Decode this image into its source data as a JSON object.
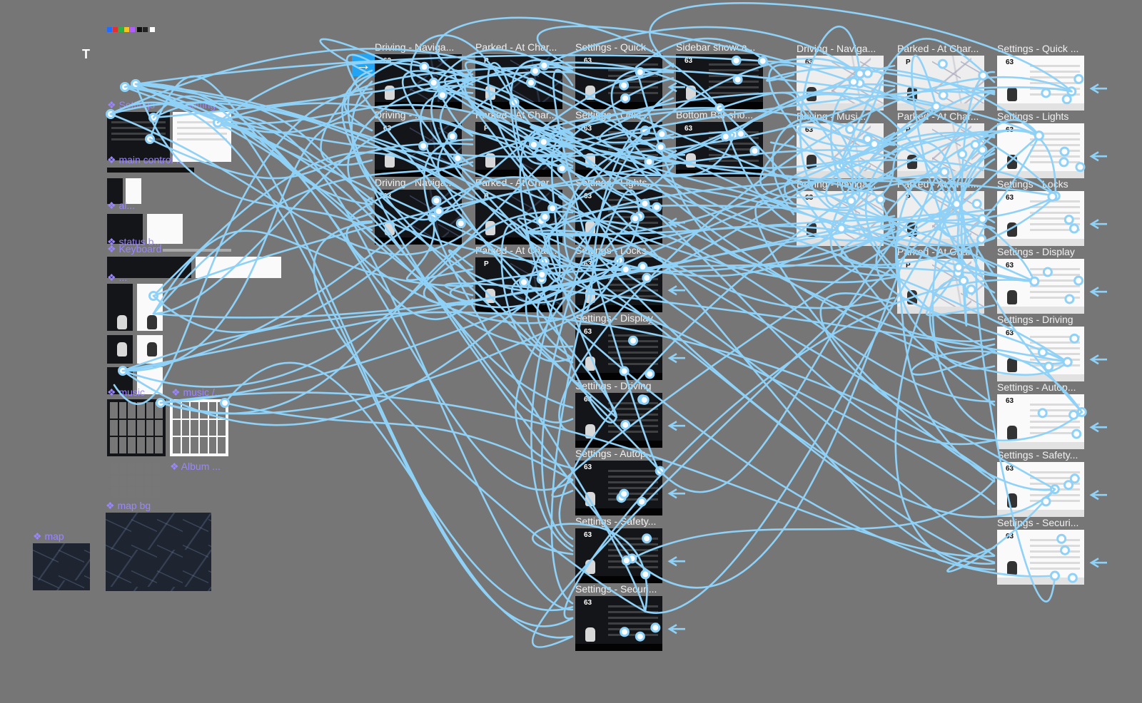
{
  "colors": {
    "canvas": "#767676",
    "connector": "#8fd1f7",
    "component_label": "#9b86ff",
    "start_marker": "#21a4f3",
    "swatches": [
      "#1f6cff",
      "#e33030",
      "#2bb04a",
      "#f3c522",
      "#b15eff",
      "#111111",
      "#222222",
      "#ffffff"
    ]
  },
  "icons": {
    "logo": "tesla-logo-icon",
    "start": "arrow-right-icon"
  },
  "labels": {
    "logo_glyph": "T",
    "start_glyph": "→",
    "speed": "63",
    "gear": "P"
  },
  "frames": {
    "c1": [
      "Driving - Naviga...",
      "Driving - ...",
      "Driving - Naviga..."
    ],
    "c2": [
      "Parked - At Char...",
      "Parked - At Char...",
      "Parked - At Char...",
      "Parked - At Char..."
    ],
    "c3": [
      "Settings - Quick ...",
      "Settings - Quic...",
      "Settings - Lights...",
      "Settings - Locks",
      "Settings - Display",
      "Settings - Driving",
      "Settings - Autop...",
      "Settings - Safety...",
      "Settings - Securi..."
    ],
    "c4": [
      "Sidebar showca...",
      "Bottom Bar sho..."
    ],
    "c5": [
      "Driving - Naviga...",
      "Driving - Musi...",
      "Driving - Naviga..."
    ],
    "c6": [
      "Parked - At Char...",
      "Parked - At Char...",
      "Parked - At Char...",
      "Parked - At Char..."
    ],
    "c7": [
      "Settings - Quick ...",
      "Settings - Lights",
      "Settings - Locks",
      "Settings - Display",
      "Settings - Driving",
      "Settings - Autop...",
      "Settings - Safety...",
      "Settings - Securi..."
    ]
  },
  "components": {
    "settings": "❖ Settings",
    "settings2": "❖ Setting...",
    "main_control": "❖ main control ...",
    "alert": "❖ al...",
    "status_bar": "❖ status b...",
    "keyboard": "❖ Keyboard",
    "dot1": "❖ ...",
    "music": "❖ music",
    "music2": "❖ music /...",
    "album": "❖ Album ...",
    "map_bg": "❖ map bg",
    "map": "❖ map"
  }
}
